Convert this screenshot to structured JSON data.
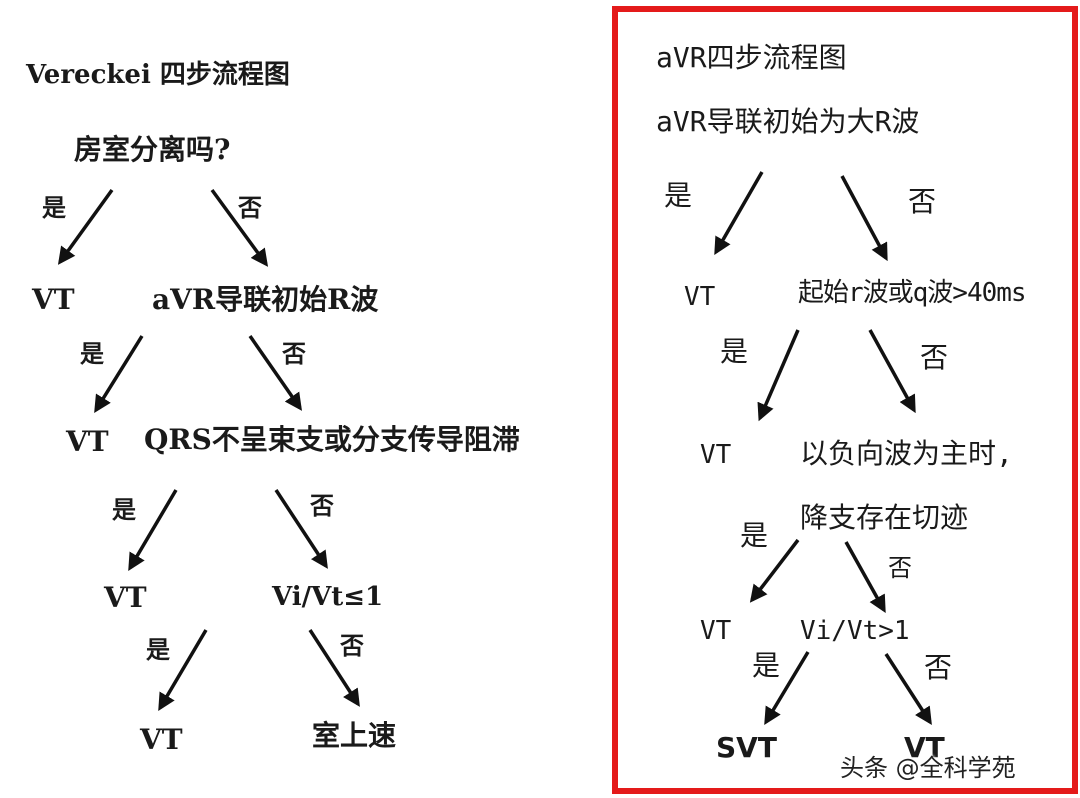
{
  "left_flowchart": {
    "title": "Vereckei 四步流程图",
    "q1": "房室分离吗?",
    "q1_yes": "是",
    "q1_no": "否",
    "r1": "VT",
    "q2": "aVR导联初始R波",
    "q2_yes": "是",
    "q2_no": "否",
    "r2": "VT",
    "q3": "QRS不呈束支或分支传导阻滞",
    "q3_yes": "是",
    "q3_no": "否",
    "r3": "VT",
    "q4": "Vi/Vt≤1",
    "q4_yes": "是",
    "q4_no": "否",
    "r4_yes": "VT",
    "r4_no": "室上速"
  },
  "right_flowchart": {
    "title": "aVR四步流程图",
    "q1": "aVR导联初始为大R波",
    "q1_yes": "是",
    "q1_no": "否",
    "r1": "VT",
    "q2": "起始r波或q波>40ms",
    "q2_yes": "是",
    "q2_no": "否",
    "r2": "VT",
    "q3_line1": "以负向波为主时,",
    "q3_line2": "降支存在切迹",
    "q3_yes": "是",
    "q3_no": "否",
    "r3": "VT",
    "q4": "Vi/Vt>1",
    "q4_yes": "是",
    "q4_no": "否",
    "r4_yes": "SVT",
    "r4_no": "VT"
  },
  "highlight_color": "#e41a1a",
  "watermark": "头条 @全科学苑"
}
